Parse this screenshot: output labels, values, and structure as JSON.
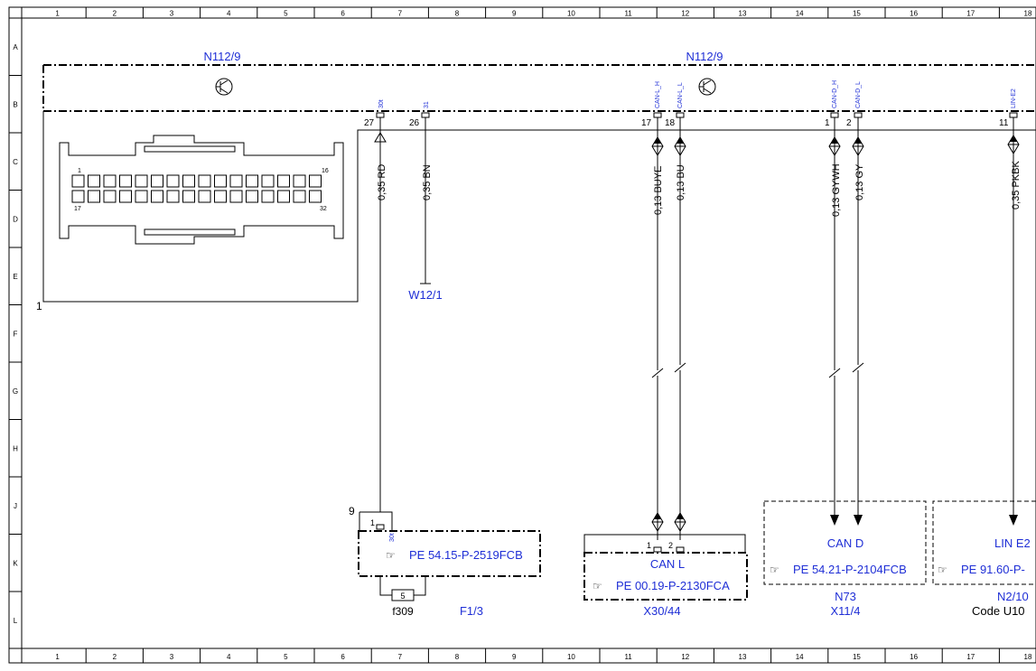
{
  "grid": {
    "columns": [
      "1",
      "2",
      "3",
      "4",
      "5",
      "6",
      "7",
      "8",
      "9",
      "10",
      "11",
      "12",
      "13",
      "14",
      "15",
      "16",
      "17",
      "18"
    ],
    "rows": [
      "A",
      "B",
      "C",
      "D",
      "E",
      "F",
      "G",
      "H",
      "J",
      "K",
      "L"
    ]
  },
  "modules": {
    "left_label": "N112/9",
    "center_label": "N112/9",
    "connector_index": "1",
    "connector_pin_first": "1",
    "connector_pin_16": "16",
    "connector_pin_17": "17",
    "connector_pin_32": "32"
  },
  "pins": [
    {
      "id": "pin27",
      "num": "27",
      "signal": "30t",
      "wire": "0,35 RD"
    },
    {
      "id": "pin26",
      "num": "26",
      "signal": "31",
      "wire": "0,35 BN"
    },
    {
      "id": "pin17",
      "num": "17",
      "signal": "CAN-L_H",
      "wire": "0,13 BUYE"
    },
    {
      "id": "pin18",
      "num": "18",
      "signal": "CAN-L_L",
      "wire": "0,13 BU"
    },
    {
      "id": "pin1",
      "num": "1",
      "signal": "CAN-D_H",
      "wire": "0,13 GYWH"
    },
    {
      "id": "pin2",
      "num": "2",
      "signal": "CAN-D_L",
      "wire": "0,13 GY"
    },
    {
      "id": "pin11",
      "num": "11",
      "signal": "LIN-E2",
      "wire": "0,35 PKBK"
    }
  ],
  "ground": {
    "label": "W12/1"
  },
  "fuse": {
    "node": "9",
    "pin": "1",
    "pin_signal": "30t",
    "ref": "PE 54.15-P-2519FCB",
    "fuse_num": "5",
    "fuse_label": "f309",
    "name": "F1/3"
  },
  "can_l": {
    "pin1": "1",
    "pin2": "2",
    "title": "CAN L",
    "ref": "PE 00.19-P-2130FCA",
    "name": "X30/44"
  },
  "can_d": {
    "title": "CAN D",
    "ref": "PE 54.21-P-2104FCB",
    "name1": "N73",
    "name2": "X11/4"
  },
  "lin": {
    "title": "LIN E2",
    "ref": "PE 91.60-P-",
    "name1": "N2/10",
    "name2": "Code U10"
  },
  "icons": {
    "transistor": "transistor-icon",
    "ref_hand": "pointing-hand-icon",
    "ground": "ground-icon"
  },
  "colors": {
    "link": "#1f2fd6",
    "line": "#000000"
  }
}
